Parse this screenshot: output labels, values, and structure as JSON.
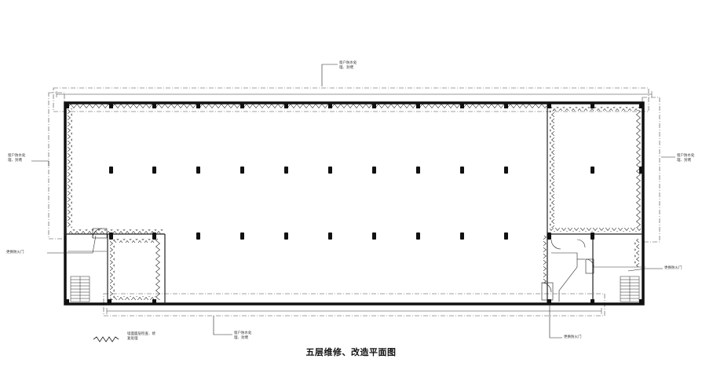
{
  "drawing": {
    "title": "五层维修、改造平面图",
    "annotations": {
      "window_waterproof": "窗户防水处\n理、封堵",
      "fire_door": "更换防火门"
    },
    "legend": {
      "wall_repair": "墙面面层检查、修\n复处理"
    }
  }
}
